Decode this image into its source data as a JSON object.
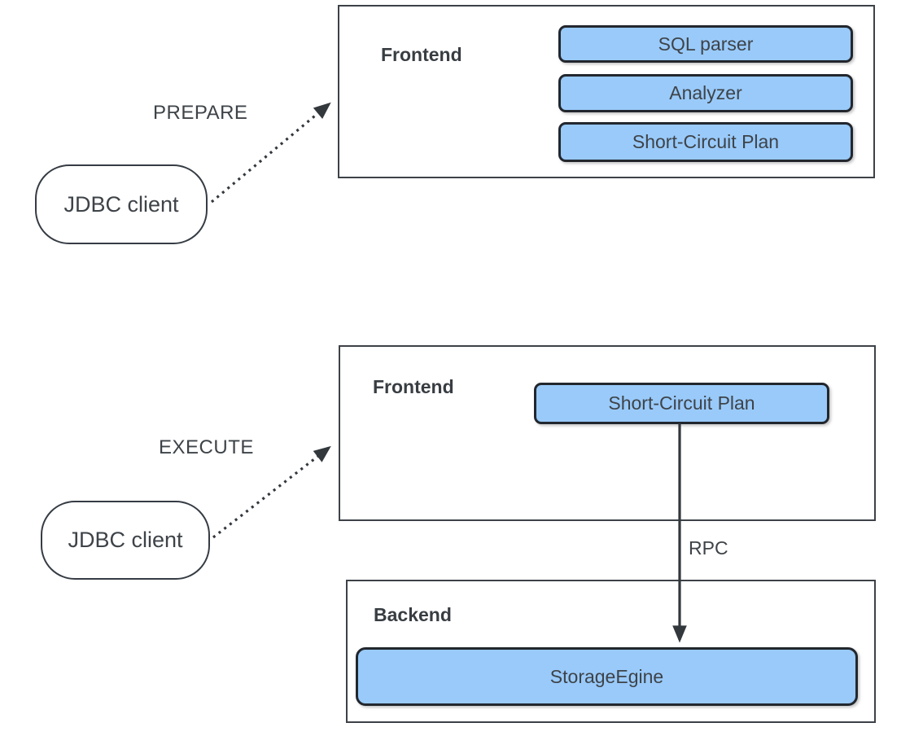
{
  "diagram": {
    "background": "#ffffff",
    "palette": {
      "module_fill": "#99cafa",
      "module_border": "#22272e",
      "container_border": "#3d4248",
      "text": "#3e4348",
      "arrow": "#33383d"
    },
    "prepare_flow": {
      "arrow_label": "PREPARE",
      "client": "JDBC client",
      "container": "Frontend",
      "modules": [
        "SQL parser",
        "Analyzer",
        "Short-Circuit Plan"
      ]
    },
    "execute_flow": {
      "arrow_label": "EXECUTE",
      "client": "JDBC client",
      "frontend_container": "Frontend",
      "frontend_module": "Short-Circuit Plan",
      "rpc_label": "RPC",
      "backend_container": "Backend",
      "backend_module": "StorageEgine"
    }
  }
}
